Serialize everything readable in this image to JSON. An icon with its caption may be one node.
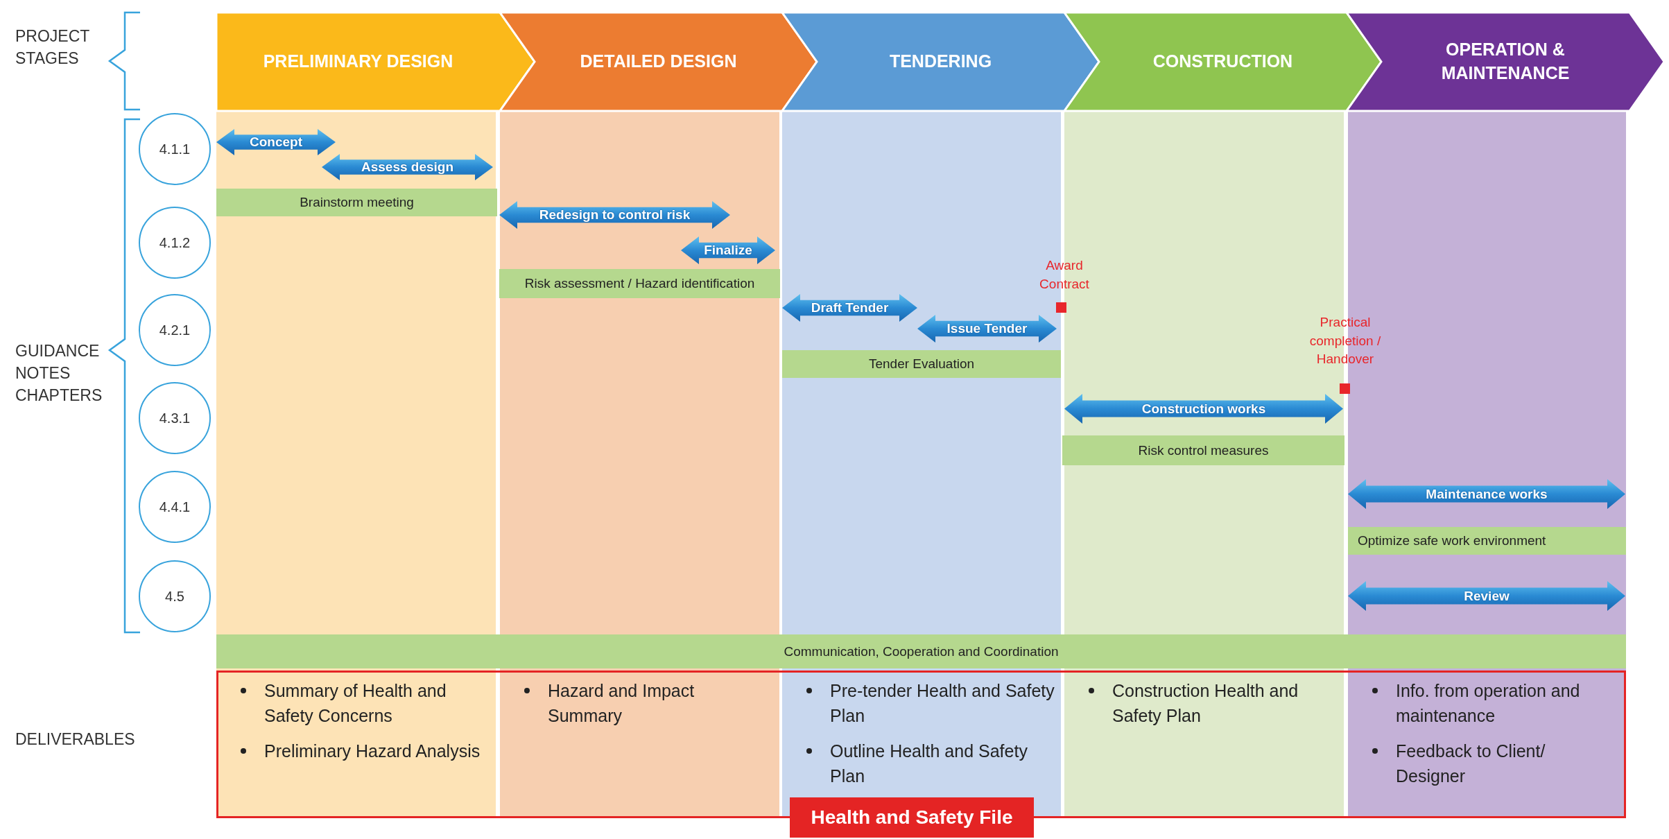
{
  "diagram": {
    "nodes": [
      {
        "text": [
          "PRELIMINARY DESIGN"
        ]
      },
      {
        "text": [
          "DETAILED DESIGN"
        ]
      },
      {
        "text": [
          "TENDERING"
        ]
      },
      {
        "text": [
          "CONSTRUCTION"
        ]
      },
      {
        "text": [
          "OPERATION & MAINTENANCE"
        ]
      },
      {
        "text": [
          "4.1.1"
        ]
      },
      {
        "text": [
          "Concept"
        ]
      },
      {
        "text": [
          "Assess design"
        ]
      },
      {
        "text": [
          "Brainstorm meeting"
        ]
      },
      {
        "text": [
          "4.1.2"
        ]
      },
      {
        "text": [
          "Redesign to control risk"
        ]
      },
      {
        "text": [
          "Finalize"
        ]
      },
      {
        "text": [
          "Risk assessment / Hazard identification"
        ]
      },
      {
        "text": [
          "4.2.1"
        ]
      },
      {
        "text": [
          "Draft Tender"
        ]
      },
      {
        "text": [
          "Issue Tender"
        ]
      },
      {
        "text": [
          "Tender Evaluation"
        ]
      },
      {
        "text": [
          "4.3.1"
        ]
      },
      {
        "text": [
          "Construction works"
        ]
      },
      {
        "text": [
          "Risk control measures"
        ]
      },
      {
        "text": [
          "4.4.1"
        ]
      },
      {
        "text": [
          "Maintenance works"
        ]
      },
      {
        "text": [
          "Optimize safe work environment"
        ]
      },
      {
        "text": [
          "4.5"
        ]
      },
      {
        "text": [
          "Review"
        ]
      },
      {
        "text": [
          "Communication, Cooperation and Coordination"
        ]
      },
      {
        "text": [],
        "shape": "box"
      },
      {
        "text": [
          "Summary of Health and Safety Concerns",
          "Preliminary Hazard Analysis"
        ],
        "in": 26
      },
      {
        "text": [
          "Hazard and Impact Summary"
        ],
        "in": 26
      },
      {
        "text": [
          "Pre-tender Health and Safety Plan",
          "Outline Health and Safety Plan"
        ],
        "in": 26
      },
      {
        "text": [
          "Construction Health and Safety Plan"
        ],
        "in": 26
      },
      {
        "text": [
          "Info. from operation and maintenance",
          "Feedback to Client/ Designer"
        ],
        "in": 26
      },
      {
        "text": [
          "Health and Safety File"
        ]
      }
    ],
    "labels": [
      "PROJECT STAGES",
      "GUIDANCE NOTES CHAPTERS",
      "Award Contract",
      "Practical completion / Handover",
      "DELIVERABLES"
    ]
  }
}
